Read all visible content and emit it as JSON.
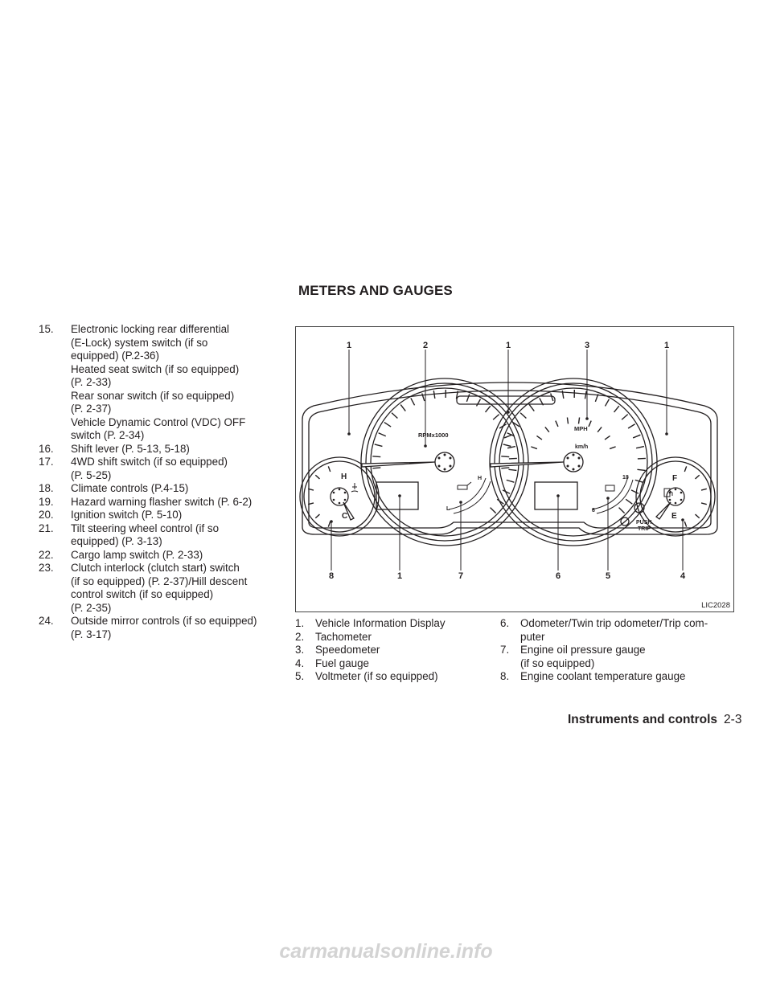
{
  "section_title": "METERS AND GAUGES",
  "controls_list": [
    {
      "num": "15.",
      "lines": [
        "Electronic locking rear differential",
        "(E-Lock) system switch (if so",
        "equipped) (P.2-36)",
        "Heated seat switch (if so equipped)",
        "(P. 2-33)",
        "Rear sonar switch (if so equipped)",
        "(P. 2-37)",
        "Vehicle Dynamic Control (VDC) OFF",
        "switch (P. 2-34)"
      ]
    },
    {
      "num": "16.",
      "lines": [
        "Shift lever (P. 5-13, 5-18)"
      ]
    },
    {
      "num": "17.",
      "lines": [
        "4WD shift switch (if so equipped)",
        "(P. 5-25)"
      ]
    },
    {
      "num": "18.",
      "lines": [
        "Climate controls (P.4-15)"
      ]
    },
    {
      "num": "19.",
      "lines": [
        "Hazard warning flasher switch (P. 6-2)"
      ]
    },
    {
      "num": "20.",
      "lines": [
        "Ignition switch (P. 5-10)"
      ]
    },
    {
      "num": "21.",
      "lines": [
        "Tilt steering wheel control (if so",
        "equipped) (P. 3-13)"
      ]
    },
    {
      "num": "22.",
      "lines": [
        "Cargo lamp switch (P. 2-33)"
      ]
    },
    {
      "num": "23.",
      "lines": [
        "Clutch interlock (clutch start) switch",
        "(if so equipped) (P. 2-37)/Hill descent",
        "control switch (if so equipped)",
        "(P. 2-35)"
      ]
    },
    {
      "num": "24.",
      "lines": [
        "Outside mirror controls (if so equipped)",
        "(P. 3-17)"
      ]
    }
  ],
  "figure": {
    "code": "LIC2028",
    "callouts_top": [
      "1",
      "2",
      "1",
      "3",
      "1"
    ],
    "callouts_bottom": [
      "8",
      "1",
      "7",
      "6",
      "5",
      "4"
    ],
    "dial_labels": {
      "tach_unit": "RPMx1000",
      "speed_unit_top": "MPH",
      "speed_unit_bottom": "km/h",
      "coolant_hot": "H",
      "coolant_cold": "C",
      "oil_high": "H",
      "oil_low": "L",
      "volt_high": "18",
      "volt_low": "8",
      "fuel_full": "F",
      "fuel_empty": "E",
      "trip_button_line1": "PUSH",
      "trip_button_line2": "TRIP"
    }
  },
  "legend_left": [
    {
      "num": "1.",
      "lines": [
        "Vehicle Information Display"
      ]
    },
    {
      "num": "2.",
      "lines": [
        "Tachometer"
      ]
    },
    {
      "num": "3.",
      "lines": [
        "Speedometer"
      ]
    },
    {
      "num": "4.",
      "lines": [
        "Fuel gauge"
      ]
    },
    {
      "num": "5.",
      "lines": [
        "Voltmeter (if so equipped)"
      ]
    }
  ],
  "legend_right": [
    {
      "num": "6.",
      "lines": [
        "Odometer/Twin trip odometer/Trip com-",
        "puter"
      ]
    },
    {
      "num": "7.",
      "lines": [
        "Engine oil pressure gauge",
        "(if so equipped)"
      ]
    },
    {
      "num": "8.",
      "lines": [
        "Engine coolant temperature gauge"
      ]
    }
  ],
  "footer": {
    "title": "Instruments and controls",
    "page": "2-3"
  },
  "watermark": "carmanualsonline.info"
}
